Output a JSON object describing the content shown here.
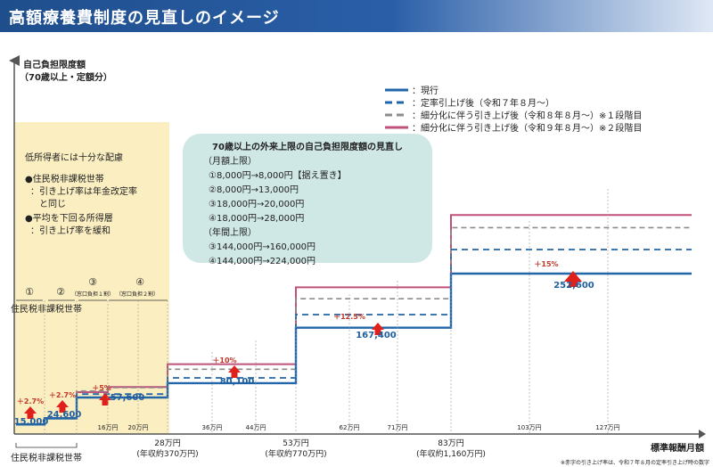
{
  "header": {
    "title": "高額療養費制度の見直しのイメージ"
  },
  "chart_data": {
    "type": "line",
    "ylabel": [
      "自己負担限度額",
      "（70歳以上・定額分）"
    ],
    "xlabel": "標準報酬月額",
    "legend": [
      {
        "name": "：現行",
        "color": "#2166a8",
        "dash": "solid"
      },
      {
        "name": "：定率引上げ後（令和７年８月～）",
        "color": "#2166a8",
        "dash": "dashed"
      },
      {
        "name": "：細分化に伴う引き上げ後（令和８年８月～）※１段階目",
        "color": "#8c8c8c",
        "dash": "dashed"
      },
      {
        "name": "：細分化に伴う引き上げ後（令和９年８月～）※２段階目",
        "color": "#c0517a",
        "dash": "solid"
      }
    ],
    "series": {
      "current": [
        15000,
        24600,
        57600,
        57600,
        80100,
        167400,
        252600
      ],
      "teiritsu": [
        15400,
        25300,
        62800,
        62800,
        88400,
        188000,
        290500
      ],
      "step1": [
        15400,
        25300,
        67800,
        73000,
        102000,
        213000,
        325000
      ],
      "step2": [
        15400,
        25300,
        66000,
        74000,
        110000,
        231000,
        345000
      ]
    },
    "value_labels": [
      "15,000",
      "24,600",
      "57,600",
      "80,100",
      "167,400",
      "252,600"
    ],
    "increase_labels": [
      "＋2.7%",
      "＋2.7%",
      "＋5%",
      "＋10%",
      "＋12.5%",
      "＋15%"
    ],
    "low_income": {
      "box_title": "低所得者には十分な配慮",
      "items": [
        "●住民税非課税世帯",
        "：引き上げ率は年金改定率",
        "　と同じ",
        "●平均を下回る所得層",
        "：引き上げ率を緩和"
      ],
      "circles": [
        "①",
        "②",
        "③",
        "④"
      ],
      "sub3": "（窓口負担１割）",
      "sub4": "（窓口負担２割）",
      "bracket_label": "住民税非課税世帯",
      "bracket_top_label": "住民税非課税世帯"
    },
    "info_box": {
      "title": "70歳以上の外来上限の自己負担限度額の見直し",
      "lines": [
        "（月額上限）",
        "①8,000円→8,000円【据え置き】",
        "②8,000円→13,000円",
        "③18,000円→20,000円",
        "④18,000円→28,000円",
        "（年間上限）",
        "③144,000円→160,000円",
        "④144,000円→224,000円"
      ]
    },
    "x_minor_ticks": [
      "16万円",
      "20万円",
      "36万円",
      "44万円",
      "62万円",
      "71万円",
      "103万円",
      "127万円"
    ],
    "x_major_ticks": [
      {
        "v": "28万円",
        "s": "(年収約370万円)"
      },
      {
        "v": "53万円",
        "s": "(年収約770万円)"
      },
      {
        "v": "83万円",
        "s": "(年収約1,160万円)"
      }
    ],
    "footnote": "※赤字の引き上げ率は、令和７年８月の定率引き上げ時の数字",
    "grid": false
  }
}
